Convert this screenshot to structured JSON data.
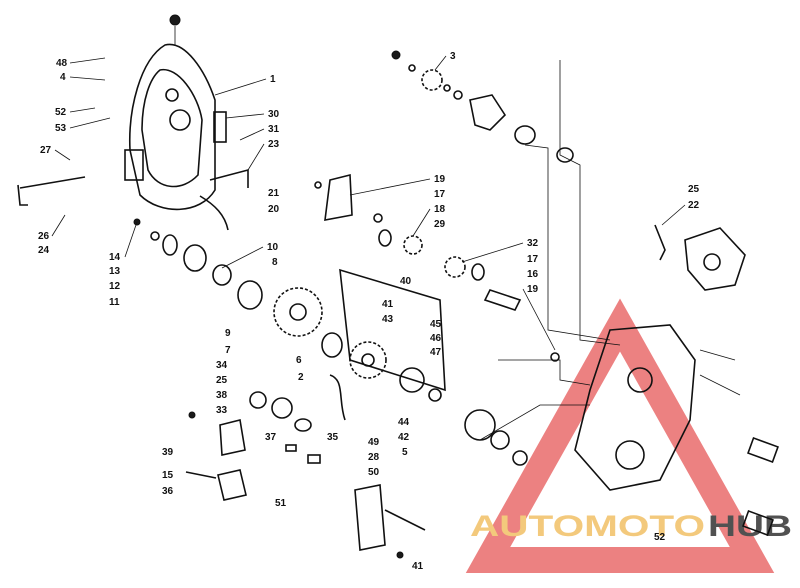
{
  "labels": {
    "l48": "48",
    "l4": "4",
    "l52a": "52",
    "l53": "53",
    "l27": "27",
    "l1": "1",
    "l30": "30",
    "l31": "31",
    "l23": "23",
    "l26": "26",
    "l24": "24",
    "l3": "3",
    "l19a": "19",
    "l17a": "17",
    "l18": "18",
    "l29": "29",
    "l21": "21",
    "l20": "20",
    "l14": "14",
    "l13": "13",
    "l12": "12",
    "l11": "11",
    "l10": "10",
    "l8": "8",
    "l32": "32",
    "l17b": "17",
    "l16": "16",
    "l19b": "19",
    "l25a": "25",
    "l22": "22",
    "l40": "40",
    "l41a": "41",
    "l43": "43",
    "l45": "45",
    "l46": "46",
    "l47": "47",
    "l9": "9",
    "l7": "7",
    "l6": "6",
    "l2": "2",
    "l34": "34",
    "l25b": "25",
    "l38": "38",
    "l33": "33",
    "l44": "44",
    "l42": "42",
    "l5": "5",
    "l39": "39",
    "l37": "37",
    "l35": "35",
    "l49": "49",
    "l28": "28",
    "l50": "50",
    "l15": "15",
    "l36": "36",
    "l51": "51",
    "l41b": "41",
    "l52b": "52"
  },
  "watermark": {
    "text_a": "AUTOMOTO",
    "text_b": "HUB",
    "color_a": "#f2c066",
    "color_b": "#333333",
    "triangle_color": "#e23a3a"
  }
}
